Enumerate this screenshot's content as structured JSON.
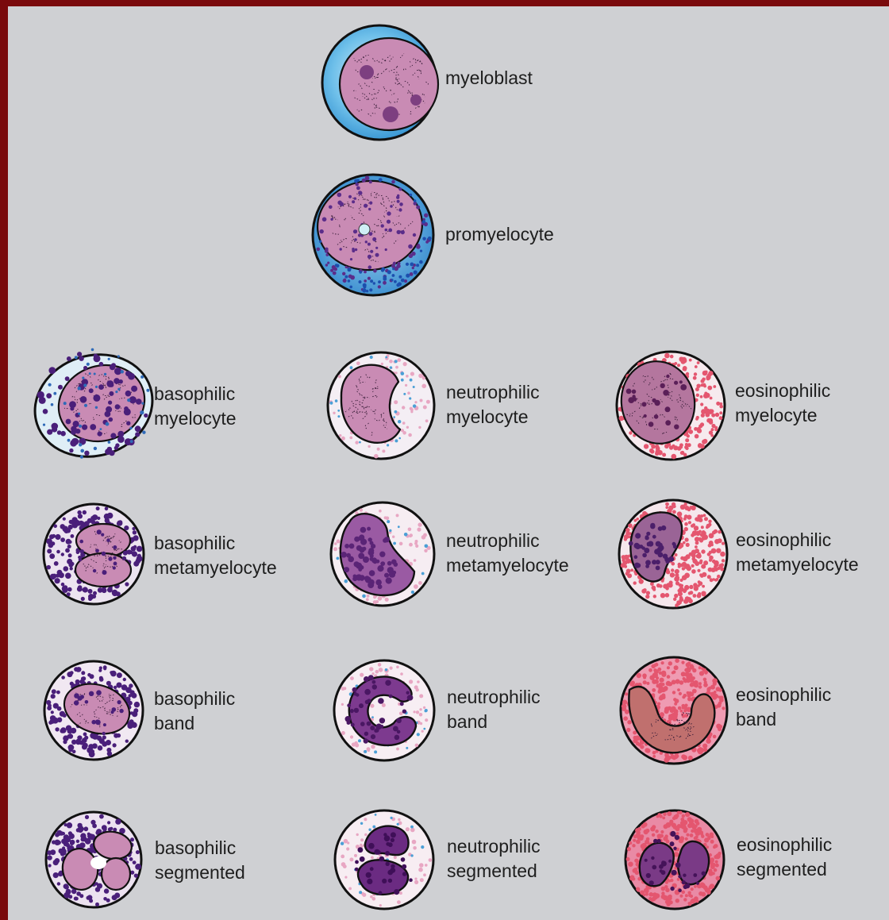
{
  "colors": {
    "background": "#cfd0d3",
    "frame": "#7a0a0c",
    "outline": "#111111",
    "nucleus": "#c98bb4",
    "basophil_granule": "#4a1f7a",
    "neutrophil_granule": "#e8a7c3",
    "eosinophil_granule": "#e4566f",
    "blast_cytoplasm": "#5bb4e3"
  },
  "cells": [
    {
      "id": "myeloblast",
      "lines": [
        "myeloblast"
      ]
    },
    {
      "id": "promyelocyte",
      "lines": [
        "promyelocyte"
      ]
    },
    {
      "id": "basophilic-myelocyte",
      "lines": [
        "basophilic",
        "myelocyte"
      ]
    },
    {
      "id": "neutrophilic-myelocyte",
      "lines": [
        "neutrophilic",
        "myelocyte"
      ]
    },
    {
      "id": "eosinophilic-myelocyte",
      "lines": [
        "eosinophilic",
        "myelocyte"
      ]
    },
    {
      "id": "basophilic-metamyelocyte",
      "lines": [
        "basophilic",
        "metamyelocyte"
      ]
    },
    {
      "id": "neutrophilic-metamyelocyte",
      "lines": [
        "neutrophilic",
        "metamyelocyte"
      ]
    },
    {
      "id": "eosinophilic-metamyelocyte",
      "lines": [
        "eosinophilic",
        "metamyelocyte"
      ]
    },
    {
      "id": "basophilic-band",
      "lines": [
        "basophilic",
        "band"
      ]
    },
    {
      "id": "neutrophilic-band",
      "lines": [
        "neutrophilic",
        "band"
      ]
    },
    {
      "id": "eosinophilic-band",
      "lines": [
        "eosinophilic",
        "band"
      ]
    },
    {
      "id": "basophilic-segmented",
      "lines": [
        "basophilic",
        "segmented"
      ]
    },
    {
      "id": "neutrophilic-segmented",
      "lines": [
        "neutrophilic",
        "segmented"
      ]
    },
    {
      "id": "eosinophilic-segmented",
      "lines": [
        "eosinophilic",
        "segmented"
      ]
    }
  ]
}
